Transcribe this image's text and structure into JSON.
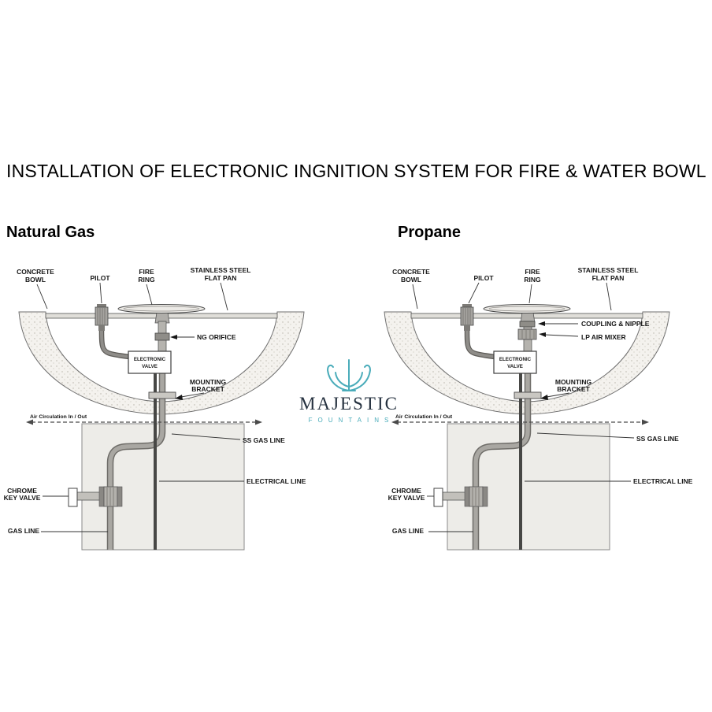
{
  "page": {
    "title": "INSTALLATION OF ELECTRONIC INGNITION SYSTEM FOR FIRE & WATER BOWL"
  },
  "logo": {
    "name": "MAJESTIC",
    "subtitle": "FOUNTAINS",
    "accent_color": "#4aacba",
    "text_color": "#25313f"
  },
  "diagrams": {
    "natural_gas": {
      "heading": "Natural Gas",
      "labels": {
        "concrete_bowl": [
          "CONCRETE",
          "BOWL"
        ],
        "pilot": "PILOT",
        "fire_ring": [
          "FIRE",
          "RING"
        ],
        "flat_pan": [
          "STAINLESS STEEL",
          "FLAT PAN"
        ],
        "ng_orifice": "NG ORIFICE",
        "electronic_valve": [
          "ELECTRONIC",
          "VALVE"
        ],
        "mounting_bracket": [
          "MOUNTING",
          "BRACKET"
        ],
        "air_circulation": "Air Circulation In / Out",
        "ss_gas_line": "SS GAS LINE",
        "electrical_line": "ELECTRICAL LINE",
        "chrome_key_valve": [
          "CHROME",
          "KEY VALVE"
        ],
        "gas_line": "GAS LINE"
      }
    },
    "propane": {
      "heading": "Propane",
      "labels": {
        "concrete_bowl": [
          "CONCRETE",
          "BOWL"
        ],
        "pilot": "PILOT",
        "fire_ring": [
          "FIRE",
          "RING"
        ],
        "flat_pan": [
          "STAINLESS STEEL",
          "FLAT PAN"
        ],
        "coupling_nipple": "COUPLING & NIPPLE",
        "lp_air_mixer": "LP AIR MIXER",
        "electronic_valve": [
          "ELECTRONIC",
          "VALVE"
        ],
        "mounting_bracket": [
          "MOUNTING",
          "BRACKET"
        ],
        "air_circulation": "Air Circulation In / Out",
        "ss_gas_line": "SS GAS LINE",
        "electrical_line": "ELECTRICAL LINE",
        "chrome_key_valve": [
          "CHROME",
          "KEY VALVE"
        ],
        "gas_line": "GAS LINE"
      }
    }
  }
}
